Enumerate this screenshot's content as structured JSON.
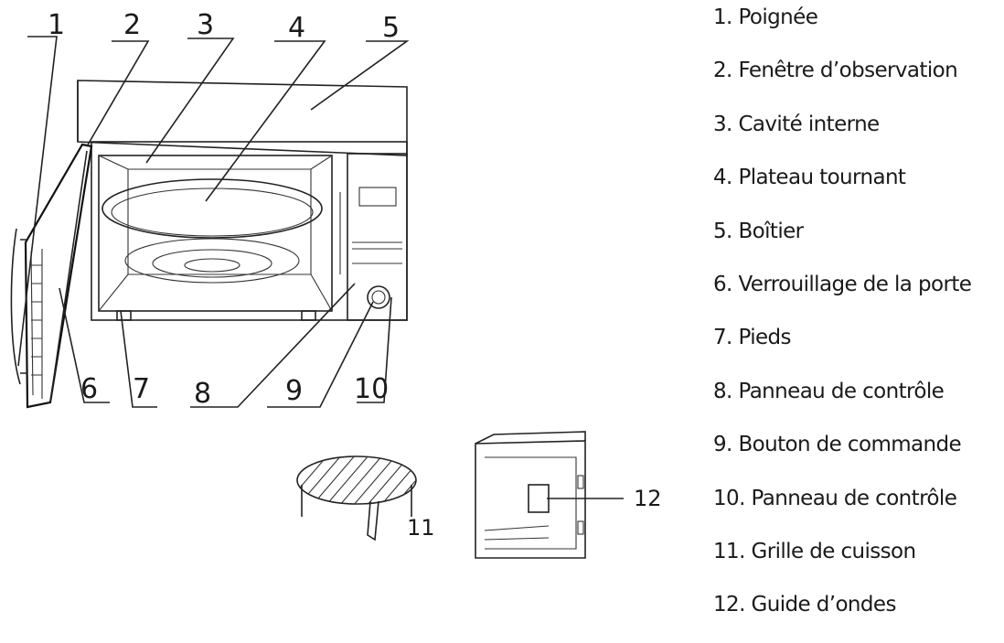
{
  "callout_numbers": [
    "1",
    "2",
    "3",
    "4",
    "5",
    "6",
    "7",
    "8",
    "9",
    "10",
    "11",
    "12"
  ],
  "legend": [
    "1. Poignée",
    "2. Fenêtre d’observation",
    "3. Cavité interne",
    "4. Plateau tournant",
    "5. Boîtier",
    "6. Verrouillage de la porte",
    "7. Pieds",
    "8. Panneau de contrôle",
    "9. Bouton de commande",
    "10. Panneau de contrôle",
    "11. Grille de cuisson",
    "12. Guide d’ondes"
  ]
}
